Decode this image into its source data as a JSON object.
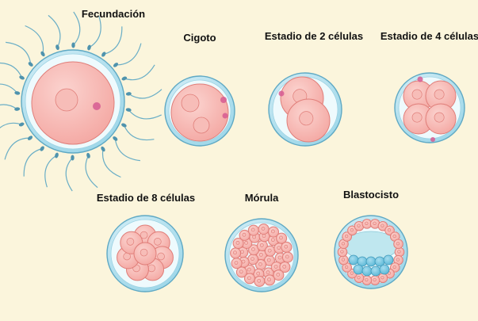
{
  "stages": [
    {
      "id": "fecundacion",
      "label": "Fecundación"
    },
    {
      "id": "cigoto",
      "label": "Cigoto"
    },
    {
      "id": "dos",
      "label": "Estadio de 2 células"
    },
    {
      "id": "cuatro",
      "label": "Estadio de 4 células"
    },
    {
      "id": "ocho",
      "label": "Estadio de 8 células"
    },
    {
      "id": "morula",
      "label": "Mórula"
    },
    {
      "id": "blastocisto",
      "label": "Blastocisto"
    }
  ],
  "colors": {
    "background": "#fbf5dc",
    "zona": "#9cd6e8",
    "zona_edge": "#5fa9c4",
    "cell": "#f4a8a3",
    "cell_edge": "#e07e79",
    "nucleus": "#f7bdb8",
    "polar_body": "#d65a92",
    "sperm": "#6aaec6",
    "icm": "#5ab7d6",
    "blastocoel": "#bfe7ef",
    "label": "#111111"
  }
}
